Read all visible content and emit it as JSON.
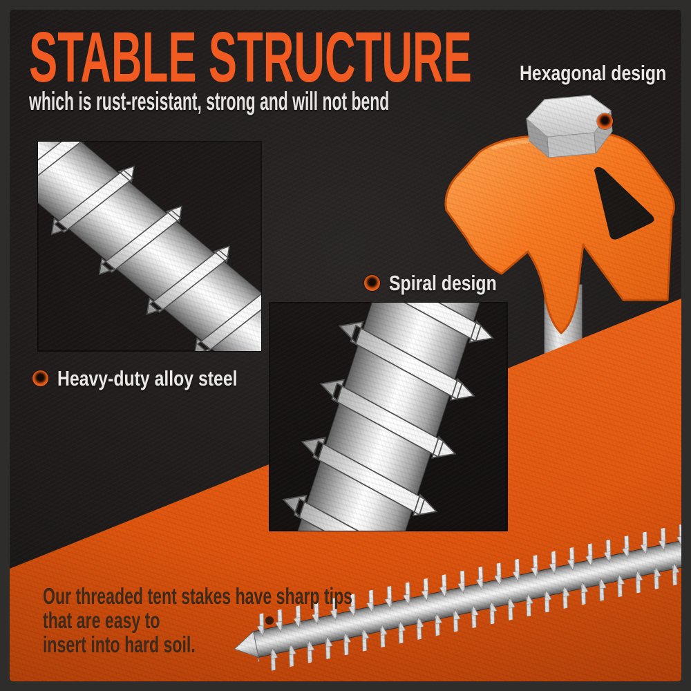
{
  "heading": {
    "title": "STABLE STRUCTURE",
    "subtitle": "which is rust-resistant, strong and will not bend"
  },
  "callouts": [
    {
      "label": "Hexagonal design",
      "icon": "orange-dot"
    },
    {
      "label": "Spiral design",
      "icon": "orange-dot"
    },
    {
      "label": "Heavy-duty alloy steel",
      "icon": "orange-dot"
    }
  ],
  "footer": {
    "lines": [
      "Our threaded tent stakes have sharp tips",
      "that are easy to",
      "insert into hard soil."
    ]
  },
  "colors": {
    "title_orange": "#f15a20",
    "soil_orange": "#e2570f",
    "handle_orange": "#f8761c",
    "background_dark": "#1e1b1a",
    "frame_gray": "#2f2d2c",
    "text_light": "#e6e3e0",
    "footer_text_dark": "#3e2a1c",
    "steel_silver": "#d8d8d8"
  },
  "illustrations": {
    "left_photo": "threaded-screw-closeup",
    "center_photo": "spiral-screw-closeup",
    "top_right": "tent-stake-with-hex-head-and-orange-t-handle",
    "bottom": "horizontal-tent-stake-with-sharp-tip"
  }
}
